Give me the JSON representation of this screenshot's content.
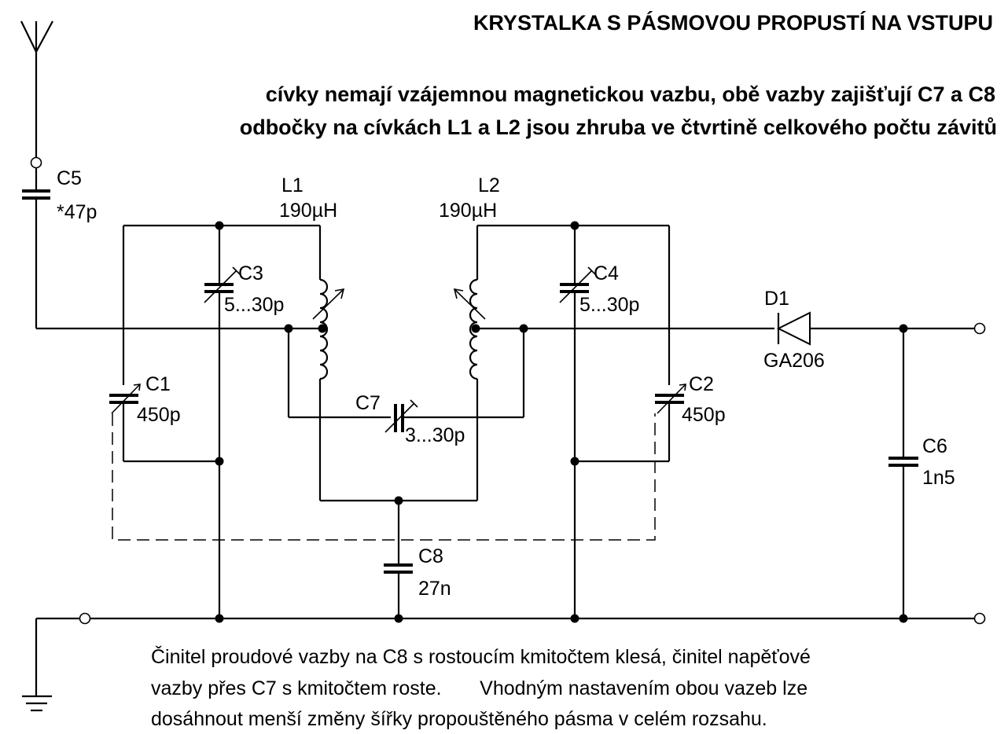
{
  "title": "KRYSTALKA  S  PÁSMOVOU  PROPUSTÍ  NA VSTUPU",
  "subtitle_lines": [
    "cívky nemají vzájemnou magnetickou vazbu, obě vazby zajišťují C7 a C8",
    "odbočky na cívkách L1 a L2  jsou zhruba ve čtvrtině celkového počtu závitů"
  ],
  "components": {
    "C5": {
      "name": "C5",
      "value": "*47p"
    },
    "L1": {
      "name": "L1",
      "value": "190µH"
    },
    "L2": {
      "name": "L2",
      "value": "190µH"
    },
    "C3": {
      "name": "C3",
      "value": "5...30p"
    },
    "C4": {
      "name": "C4",
      "value": "5...30p"
    },
    "C1": {
      "name": "C1",
      "value": "450p"
    },
    "C2": {
      "name": "C2",
      "value": "450p"
    },
    "C7": {
      "name": "C7",
      "value": "3...30p"
    },
    "C8": {
      "name": "C8",
      "value": "27n"
    },
    "C6": {
      "name": "C6",
      "value": "1n5"
    },
    "D1": {
      "name": "D1",
      "value": "GA206"
    }
  },
  "note_lines": [
    "Činitel proudové vazby na C8 s rostoucím kmitočtem klesá, činitel napěťové",
    "vazby přes C7 s kmitočtem roste.       Vhodným nastavením obou vazeb lze",
    "dosáhnout menší změny šířky propouštěného pásma v celém rozsahu."
  ],
  "icons": [
    "antenna-icon",
    "ground-icon",
    "capacitor-icon",
    "variable-capacitor-icon",
    "variable-inductor-icon",
    "diode-icon",
    "terminal-icon",
    "junction-dot-icon"
  ]
}
